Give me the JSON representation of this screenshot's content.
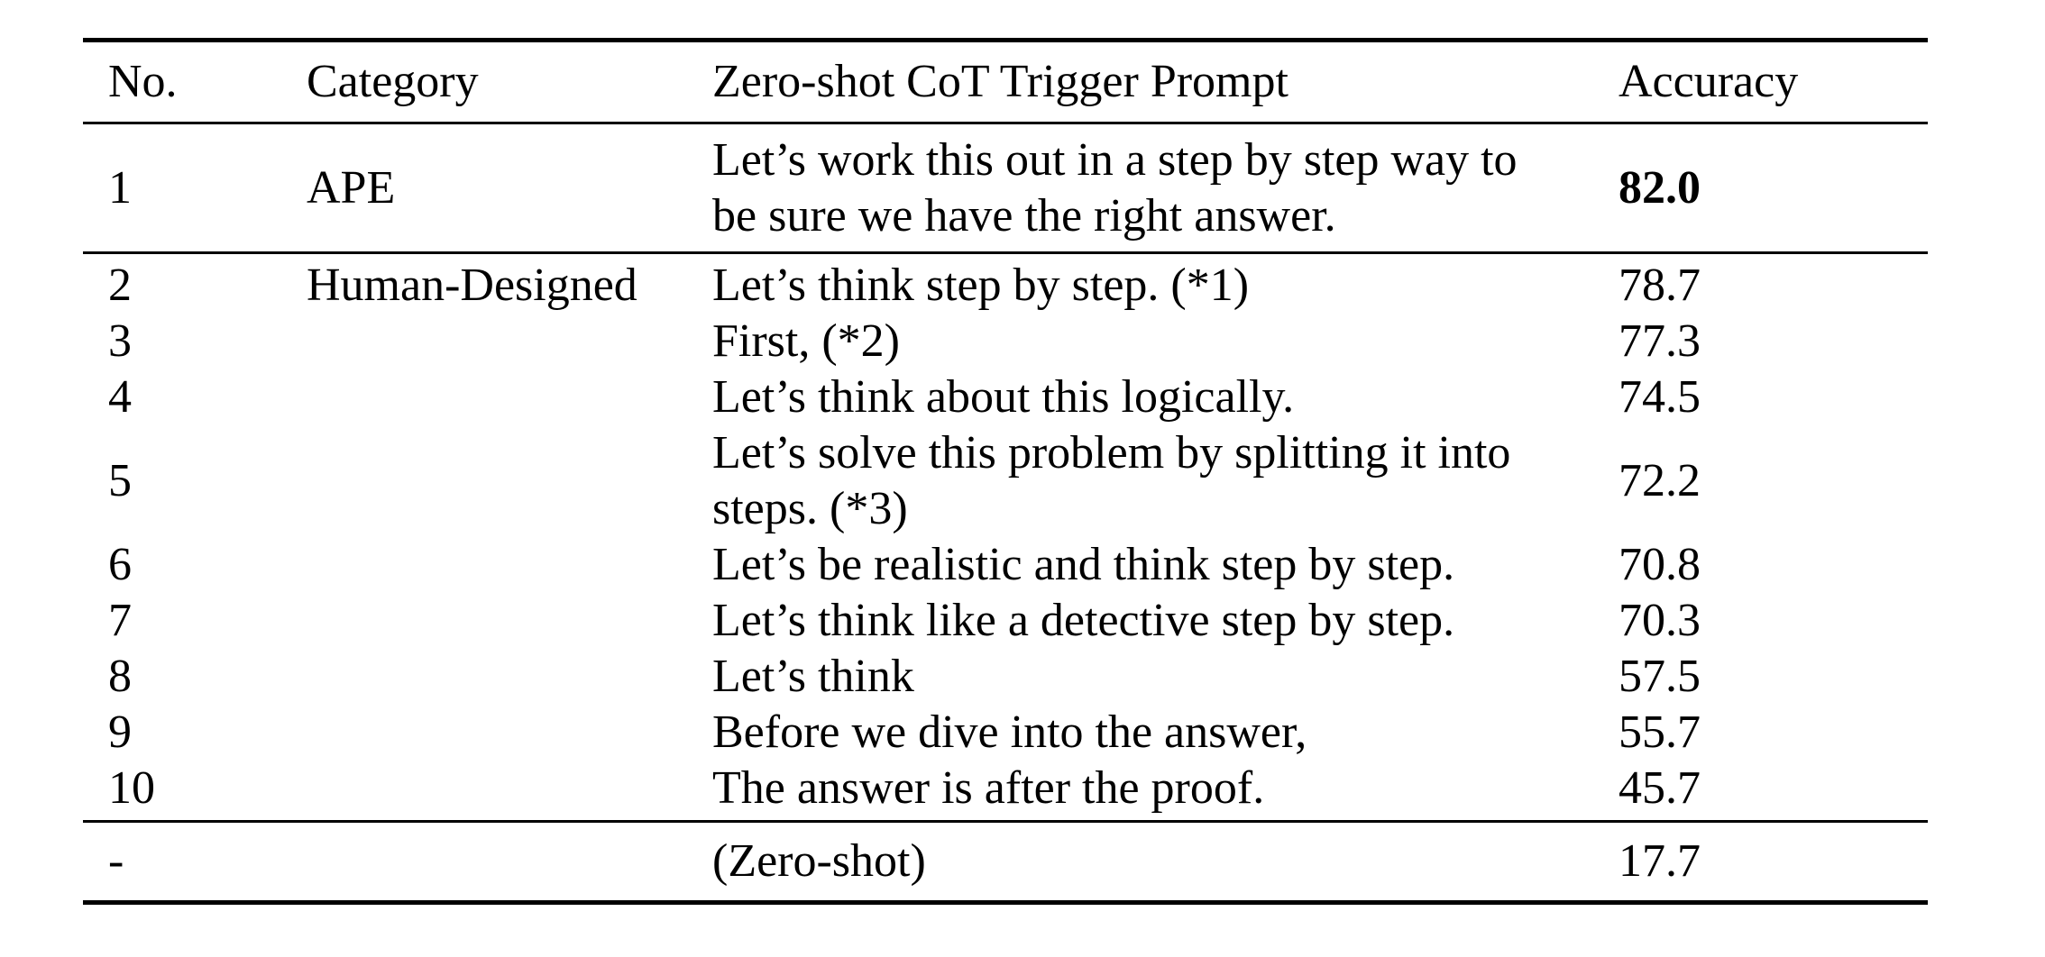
{
  "page": {
    "background_color": "#ffffff",
    "text_color": "#000000"
  },
  "table": {
    "columns": [
      "No.",
      "Category",
      "Zero-shot CoT Trigger Prompt",
      "Accuracy"
    ],
    "rows": [
      {
        "no": "1",
        "category": "APE",
        "prompt": "Let’s work this out in a step by step way to\nbe sure we have the right answer.",
        "accuracy": "82.0",
        "accuracy_emphasis": "bold"
      },
      {
        "no": "2",
        "category": "Human-Designed",
        "prompt": "Let’s think step by step. (*1)",
        "accuracy": "78.7"
      },
      {
        "no": "3",
        "category": "",
        "prompt": "First, (*2)",
        "accuracy": "77.3"
      },
      {
        "no": "4",
        "category": "",
        "prompt": "Let’s think about this logically.",
        "accuracy": "74.5"
      },
      {
        "no": "5",
        "category": "",
        "prompt": "Let’s solve this problem by splitting it into\nsteps. (*3)",
        "accuracy": "72.2"
      },
      {
        "no": "6",
        "category": "",
        "prompt": "Let’s be realistic and think step by step.",
        "accuracy": "70.8"
      },
      {
        "no": "7",
        "category": "",
        "prompt": "Let’s think like a detective step by step.",
        "accuracy": "70.3"
      },
      {
        "no": "8",
        "category": "",
        "prompt": "Let’s think",
        "accuracy": "57.5"
      },
      {
        "no": "9",
        "category": "",
        "prompt": "Before we dive into the answer,",
        "accuracy": "55.7"
      },
      {
        "no": "10",
        "category": "",
        "prompt": "The answer is after the proof.",
        "accuracy": "45.7"
      },
      {
        "no": "-",
        "category": "",
        "prompt": "(Zero-shot)",
        "accuracy": "17.7"
      }
    ]
  }
}
